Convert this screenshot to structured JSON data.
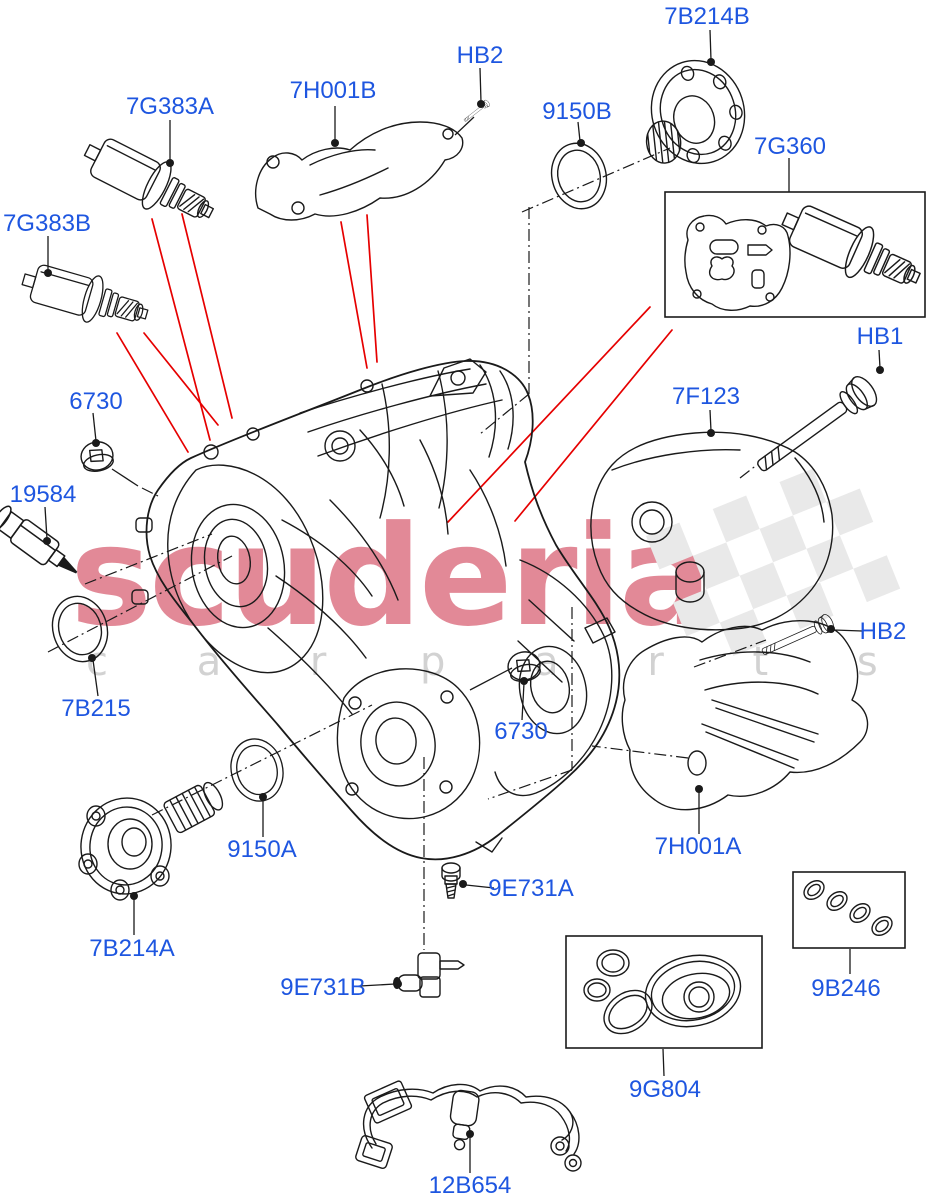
{
  "diagram": {
    "watermark": {
      "brand": "scuderia",
      "tagline_left": "c a r",
      "tagline_right": "p a r t s"
    },
    "part_labels": [
      {
        "id": "7G383A",
        "text": "7G383A"
      },
      {
        "id": "7H001B",
        "text": "7H001B"
      },
      {
        "id": "HB2-top",
        "text": "HB2"
      },
      {
        "id": "9150B",
        "text": "9150B"
      },
      {
        "id": "7B214B",
        "text": "7B214B"
      },
      {
        "id": "7G360",
        "text": "7G360"
      },
      {
        "id": "7G383B",
        "text": "7G383B"
      },
      {
        "id": "HB1",
        "text": "HB1"
      },
      {
        "id": "6730-top",
        "text": "6730"
      },
      {
        "id": "7F123",
        "text": "7F123"
      },
      {
        "id": "19584",
        "text": "19584"
      },
      {
        "id": "HB2-right",
        "text": "HB2"
      },
      {
        "id": "7B215",
        "text": "7B215"
      },
      {
        "id": "6730-bottom",
        "text": "6730"
      },
      {
        "id": "7H001A",
        "text": "7H001A"
      },
      {
        "id": "9150A",
        "text": "9150A"
      },
      {
        "id": "7B214A",
        "text": "7B214A"
      },
      {
        "id": "9E731A",
        "text": "9E731A"
      },
      {
        "id": "9B246",
        "text": "9B246"
      },
      {
        "id": "9E731B",
        "text": "9E731B"
      },
      {
        "id": "9G804",
        "text": "9G804"
      },
      {
        "id": "12B654",
        "text": "12B654"
      }
    ]
  },
  "colors": {
    "label_blue": "#1e56e0",
    "line_red": "#e60000",
    "art_black": "#1a1a1a",
    "watermark_pink": "#e28997",
    "watermark_gray": "#d2d2d2",
    "checker_gray": "#e9e9e9",
    "background": "#ffffff"
  }
}
